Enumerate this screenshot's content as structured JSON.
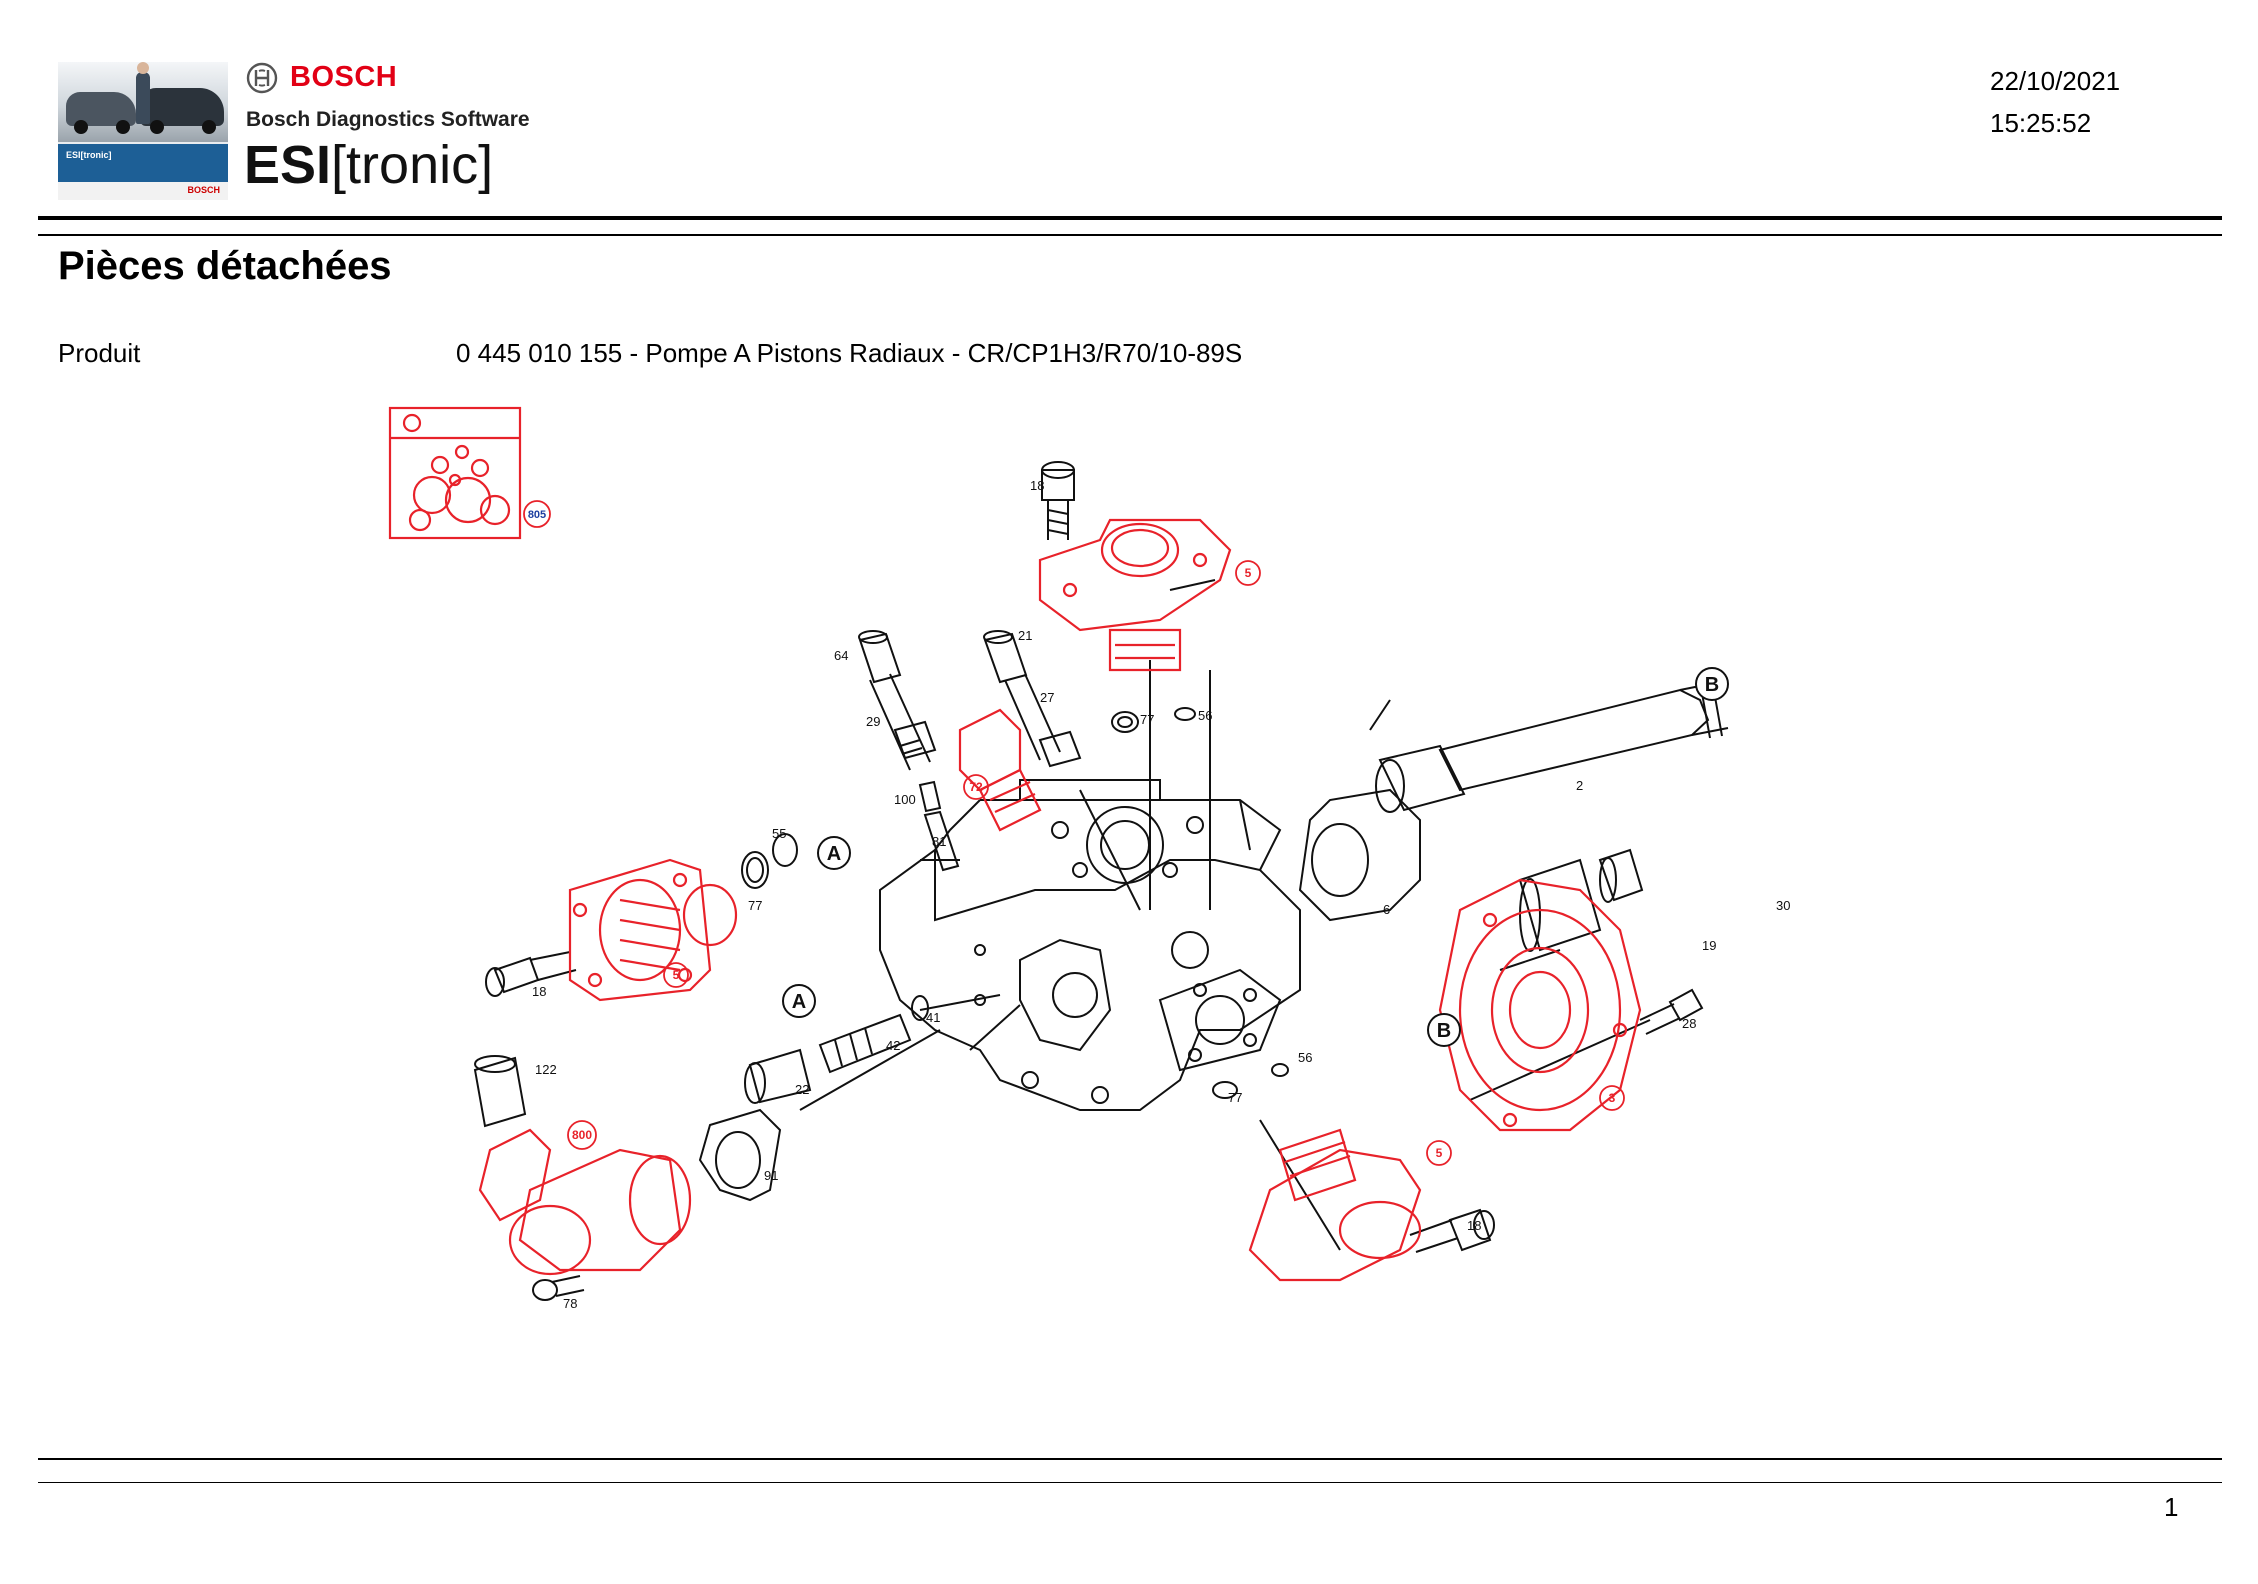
{
  "header": {
    "brand": "BOSCH",
    "software": "Bosch Diagnostics Software",
    "product_bold": "ESI",
    "product_rest": "[tronic]",
    "photo_band_text": "ESI[tronic]",
    "photo_footer_text": "BOSCH",
    "date": "22/10/2021",
    "time": "15:25:52"
  },
  "page": {
    "title": "Pièces détachées",
    "product_label": "Produit",
    "product_value": "0 445 010 155 - Pompe A Pistons Radiaux - CR/CP1H3/R70/10-89S",
    "page_number": "1"
  },
  "diagram": {
    "part_numbers": [
      "18",
      "5",
      "21",
      "64",
      "27",
      "77",
      "56",
      "29",
      "72",
      "100",
      "81",
      "B",
      "2",
      "6",
      "30",
      "19",
      "55",
      "A",
      "77",
      "18",
      "5",
      "A",
      "41",
      "42",
      "22",
      "122",
      "800",
      "91",
      "77",
      "56",
      "B",
      "28",
      "3",
      "5",
      "18",
      "78",
      "805"
    ],
    "colors": {
      "highlight": "#e8222a",
      "line": "#111111",
      "blue": "#1d3fa0"
    }
  }
}
